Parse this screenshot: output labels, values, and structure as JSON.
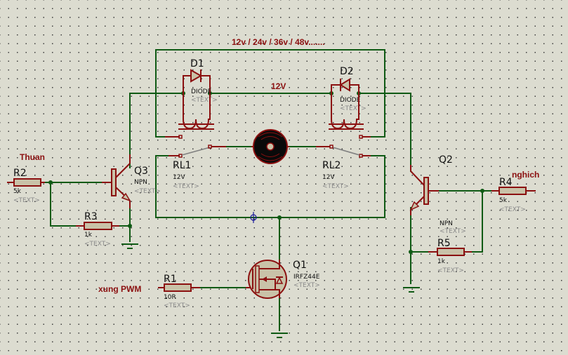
{
  "colors": {
    "background": "#dcdcd0",
    "wire": "#0f5a14",
    "component": "#8b1010",
    "component_fill": "#c9c2a8",
    "label": "#8b1010",
    "placeholder": "#8a8a8a"
  },
  "labels": {
    "supply": "12v / 24v / 36v / 48v.......",
    "relay_supply": "12V",
    "forward": "Thuan",
    "reverse": "nghich",
    "pwm": "xung PWM"
  },
  "components": {
    "D1": {
      "ref": "D1",
      "value": "DIODE",
      "text": "<TEXT>"
    },
    "D2": {
      "ref": "D2",
      "value": "DIODE",
      "text": "<TEXT>"
    },
    "RL1": {
      "ref": "RL1",
      "value": "12V",
      "text": "<TEXT>"
    },
    "RL2": {
      "ref": "RL2",
      "value": "12V",
      "text": "<TEXT>"
    },
    "Q1": {
      "ref": "Q1",
      "value": "IRFZ44E",
      "text": "<TEXT>"
    },
    "Q2": {
      "ref": "Q2",
      "value": "NPN",
      "text": "<TEXT>"
    },
    "Q3": {
      "ref": "Q3",
      "value": "NPN",
      "text": "<TEXT>"
    },
    "R1": {
      "ref": "R1",
      "value": "10R",
      "text": "<TEXT>"
    },
    "R2": {
      "ref": "R2",
      "value": "5k",
      "text": "<TEXT>"
    },
    "R3": {
      "ref": "R3",
      "value": "1k",
      "text": "<TEXT>"
    },
    "R4": {
      "ref": "R4",
      "value": "5k",
      "text": "<TEXT>"
    },
    "R5": {
      "ref": "R5",
      "value": "1k",
      "text": "<TEXT>"
    },
    "M1": {
      "icon": "dc-motor-icon"
    }
  }
}
